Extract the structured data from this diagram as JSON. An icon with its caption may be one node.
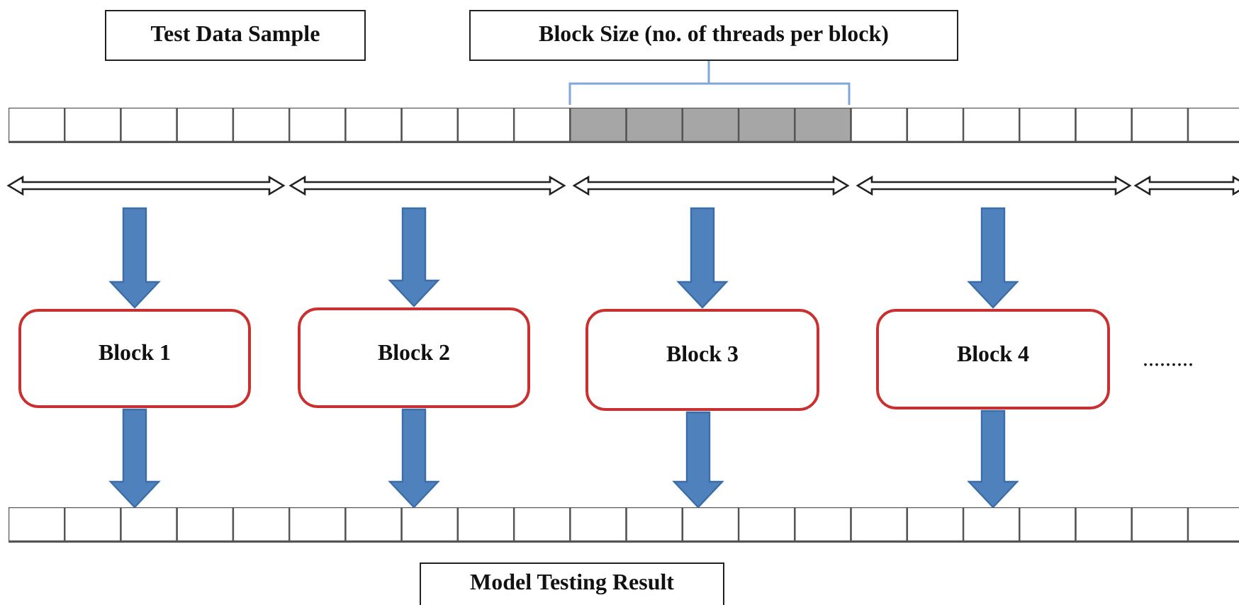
{
  "diagram": {
    "nodes": [
      {
        "text": [
          "Test Data Sample"
        ]
      },
      {
        "text": [
          "Block Size (no. of threads per block)"
        ]
      },
      {
        "text": [],
        "shape": "bar"
      },
      {
        "text": [
          "Block 1"
        ]
      },
      {
        "text": [
          "Block 2"
        ]
      },
      {
        "text": [
          "Block 3"
        ]
      },
      {
        "text": [
          "Block 4"
        ]
      },
      {
        "text": [],
        "shape": "bar"
      },
      {
        "text": [
          "Model Testing Result"
        ]
      }
    ],
    "edges": [
      {
        "from": null,
        "to": 3,
        "arrow": "to"
      },
      {
        "from": null,
        "to": 4,
        "arrow": "to"
      },
      {
        "from": null,
        "to": 5,
        "arrow": "to"
      },
      {
        "from": null,
        "to": 6,
        "arrow": "to"
      },
      {
        "from": 3,
        "to": 7,
        "arrow": "to"
      },
      {
        "from": 4,
        "to": 7,
        "arrow": "to"
      },
      {
        "from": 5,
        "to": 7,
        "arrow": "to"
      },
      {
        "from": 6,
        "to": 7,
        "arrow": "to"
      }
    ],
    "labels": [
      "........."
    ]
  }
}
